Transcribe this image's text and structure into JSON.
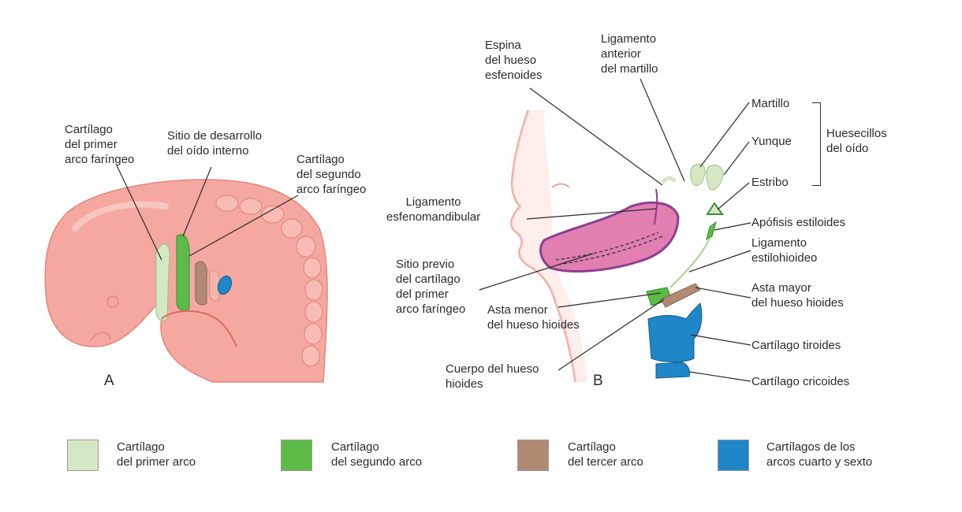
{
  "panel_a": {
    "letter": "A",
    "labels": {
      "cartilago_primer_arco": "Cartílago\ndel primer\narco faríngeo",
      "sitio_oido_interno": "Sitio de desarrollo\ndel oído interno",
      "cartilago_segundo_arco": "Cartílago\ndel segundo\narco faríngeo"
    }
  },
  "panel_b": {
    "letter": "B",
    "labels": {
      "espina_esfenoides": "Espina\ndel hueso\nesfenoides",
      "ligamento_anterior_martillo": "Ligamento\nanterior\ndel martillo",
      "martillo": "Martillo",
      "yunque": "Yunque",
      "estribo": "Estribo",
      "huesecillos": "Huesecillos\ndel oído",
      "ligamento_esfenomandibular": "Ligamento\nesfenomandibular",
      "apofisis_estiloides": "Apófisis estiloides",
      "ligamento_estilohioideo": "Ligamento\nestilohioideo",
      "sitio_previo": "Sitio previo\ndel cartílago\ndel primer\narco faríngeo",
      "asta_mayor": "Asta mayor\ndel hueso hioides",
      "asta_menor": "Asta menor\ndel hueso hioides",
      "cartilago_tiroides": "Cartílago tiroides",
      "cuerpo_hioides": "Cuerpo del hueso\nhioides",
      "cartilago_cricoides": "Cartílago cricoides"
    }
  },
  "legend": [
    {
      "text": "Cartílago\ndel primer arco",
      "color": "#d5e8c4"
    },
    {
      "text": "Cartílago\ndel segundo arco",
      "color": "#5dba47"
    },
    {
      "text": "Cartílago\ndel tercer arco",
      "color": "#b08a72"
    },
    {
      "text": "Cartílagos de los\narcos cuarto y sexto",
      "color": "#1f86c8"
    }
  ]
}
